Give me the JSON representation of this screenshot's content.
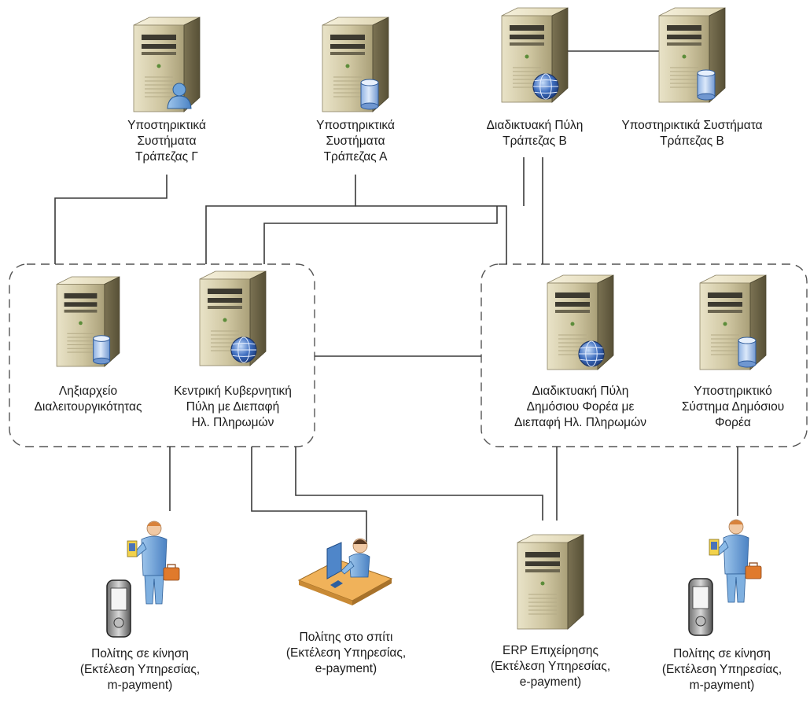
{
  "nodes": [
    {
      "id": "support-bank-g",
      "kind": "server",
      "badge": "user",
      "label": [
        "Υποστηρικτικά",
        "Συστήματα",
        "Τράπεζας Γ"
      ]
    },
    {
      "id": "support-bank-a",
      "kind": "server",
      "badge": "database",
      "label": [
        "Υποστηρικτικά",
        "Συστήματα",
        "Τράπεζας Α"
      ]
    },
    {
      "id": "portal-bank-b",
      "kind": "server",
      "badge": "globe",
      "label": [
        "Διαδικτυακή Πύλη",
        "Τράπεζας Β"
      ]
    },
    {
      "id": "support-bank-b",
      "kind": "server",
      "badge": "database",
      "label": [
        "Υποστηρικτικά Συστήματα",
        "Τράπεζας Β"
      ]
    },
    {
      "id": "registry-interop",
      "kind": "server",
      "badge": "database",
      "label": [
        "Ληξιαρχείο",
        "Διαλειτουργικότητας"
      ]
    },
    {
      "id": "central-gov-portal",
      "kind": "server",
      "badge": "globe",
      "label": [
        "Κεντρική Κυβερνητική",
        "Πύλη με Διεπαφή",
        "Ηλ. Πληρωμών"
      ]
    },
    {
      "id": "public-body-portal",
      "kind": "server",
      "badge": "globe",
      "label": [
        "Διαδικτυακή Πύλη",
        "Δημόσιου Φορέα με",
        "Διεπαφή Ηλ. Πληρωμών"
      ]
    },
    {
      "id": "public-body-support",
      "kind": "server",
      "badge": "database",
      "label": [
        "Υποστηρικτικό",
        "Σύστημα Δημόσιου",
        "Φορέα"
      ]
    },
    {
      "id": "citizen-mobile-left",
      "kind": "mobile-user",
      "label": [
        "Πολίτης σε κίνηση",
        "(Εκτέλεση Υπηρεσίας,",
        "m-payment)"
      ]
    },
    {
      "id": "citizen-home",
      "kind": "desk-user",
      "label": [
        "Πολίτης στο σπίτι",
        "(Εκτέλεση Υπηρεσίας,",
        "e-payment)"
      ]
    },
    {
      "id": "erp-business",
      "kind": "server",
      "badge": "none",
      "label": [
        "ERP Επιχείρησης",
        "(Εκτέλεση Υπηρεσίας,",
        "e-payment)"
      ]
    },
    {
      "id": "citizen-mobile-right",
      "kind": "mobile-user",
      "label": [
        "Πολίτης σε κίνηση",
        "(Εκτέλεση Υπηρεσίας,",
        "m-payment)"
      ]
    }
  ],
  "groups": [
    {
      "id": "government-group",
      "members": [
        "registry-interop",
        "central-gov-portal"
      ]
    },
    {
      "id": "public-body-group",
      "members": [
        "public-body-portal",
        "public-body-support"
      ]
    }
  ],
  "edges": [
    {
      "from": "portal-bank-b",
      "to": "support-bank-b"
    },
    {
      "from": "support-bank-g",
      "to": "government-group"
    },
    {
      "from": "support-bank-a",
      "to": "government-group"
    },
    {
      "from": "support-bank-a",
      "to": "public-body-group"
    },
    {
      "from": "portal-bank-b",
      "to": "central-gov-portal"
    },
    {
      "from": "portal-bank-b",
      "to": "public-body-group"
    },
    {
      "from": "government-group",
      "to": "public-body-group"
    },
    {
      "from": "government-group",
      "to": "citizen-mobile-left"
    },
    {
      "from": "central-gov-portal",
      "to": "citizen-home"
    },
    {
      "from": "central-gov-portal",
      "to": "erp-business"
    },
    {
      "from": "public-body-portal",
      "to": "erp-business"
    },
    {
      "from": "public-body-support",
      "to": "citizen-mobile-right"
    }
  ]
}
